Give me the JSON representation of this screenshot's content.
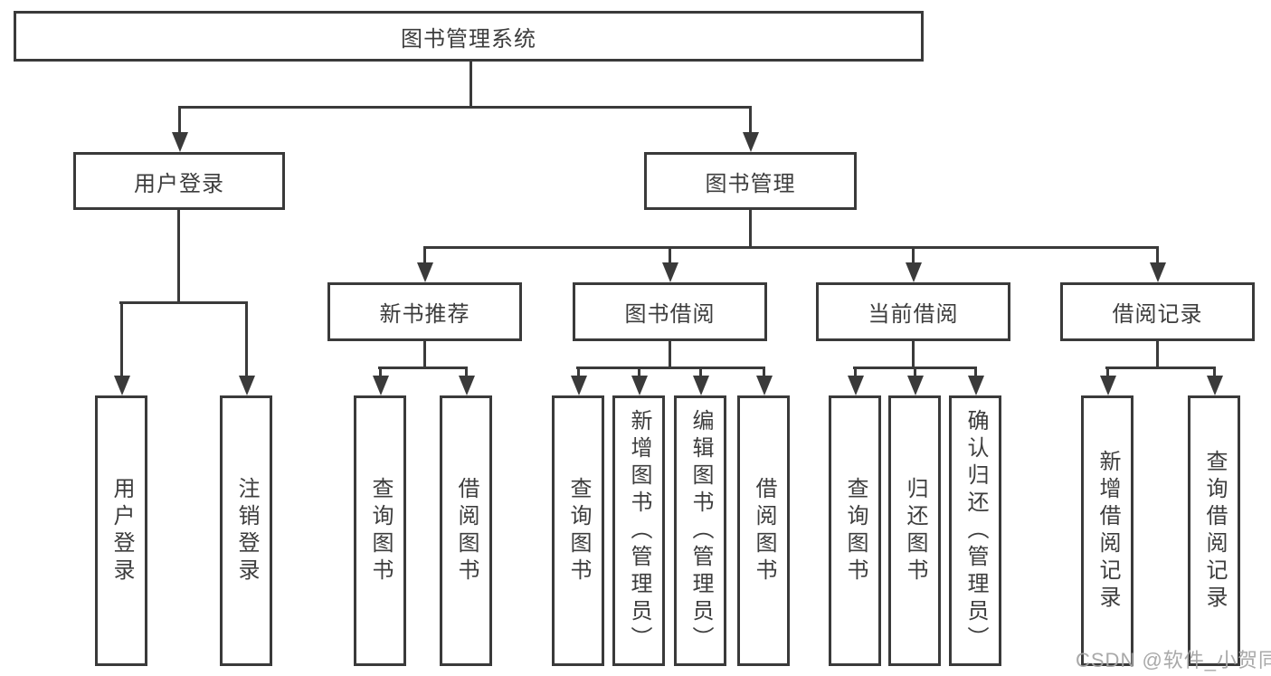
{
  "tree": {
    "title": "图书管理系统",
    "branches": [
      {
        "label": "用户登录",
        "children": [
          "用户登录",
          "注销登录"
        ]
      },
      {
        "label": "图书管理",
        "children": [
          {
            "label": "新书推荐",
            "children": [
              "查询图书",
              "借阅图书"
            ]
          },
          {
            "label": "图书借阅",
            "children": [
              "查询图书",
              "新增图书（管理员）",
              "编辑图书（管理员）",
              "借阅图书"
            ]
          },
          {
            "label": "当前借阅",
            "children": [
              "查询图书",
              "归还图书",
              "确认归还（管理员）"
            ]
          },
          {
            "label": "借阅记录",
            "children": [
              "新增借阅记录",
              "查询借阅记录"
            ]
          }
        ]
      }
    ]
  },
  "watermark": "CSDN @软件_小贺同学",
  "colors": {
    "line": "#3a3a3a",
    "text": "#3d3d3d",
    "watermark": "#a4a4a4",
    "background": "#ffffff"
  }
}
